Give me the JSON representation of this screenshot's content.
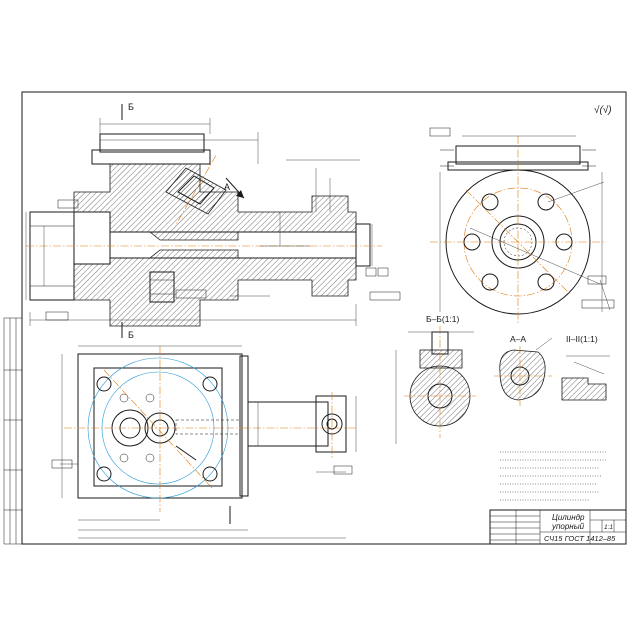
{
  "sheet": {
    "roughness_mark": "√(√)",
    "section_mark": "Б",
    "view_mark": "А"
  },
  "sections": {
    "bb": "Б–Б(1:1)",
    "aa": "А–А",
    "ii": "II–II(1:1)"
  },
  "title_block": {
    "name_line1": "Цилиндр",
    "name_line2": "упорный",
    "material": "СЧ15 ГОСТ 1412–85",
    "scale": "1:1"
  },
  "colors": {
    "ink": "#1a1a1a",
    "centerline": "#e07a10",
    "construction": "#2a9ad4",
    "paper": "#ffffff"
  }
}
